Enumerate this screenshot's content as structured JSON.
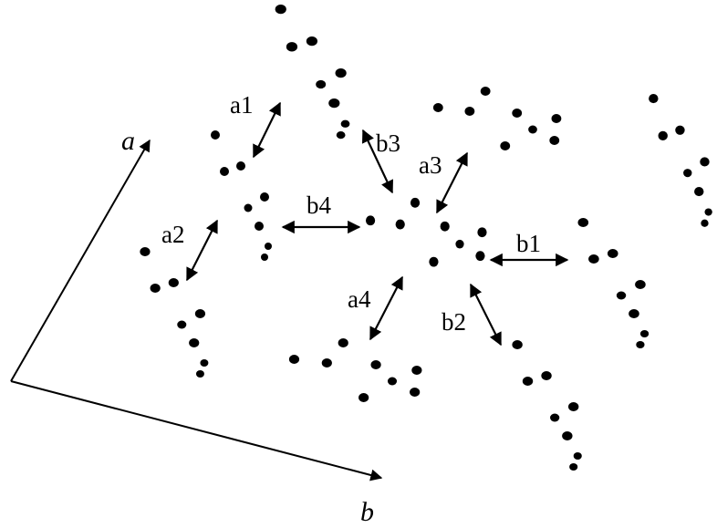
{
  "axes": {
    "a_label": "a",
    "b_label": "b"
  },
  "contacts": {
    "a1": "a1",
    "a2": "a2",
    "a3": "a3",
    "a4": "a4",
    "b1": "b1",
    "b2": "b2",
    "b3": "b3",
    "b4": "b4"
  },
  "colors": {
    "ink": "#000000",
    "background": "#ffffff"
  }
}
